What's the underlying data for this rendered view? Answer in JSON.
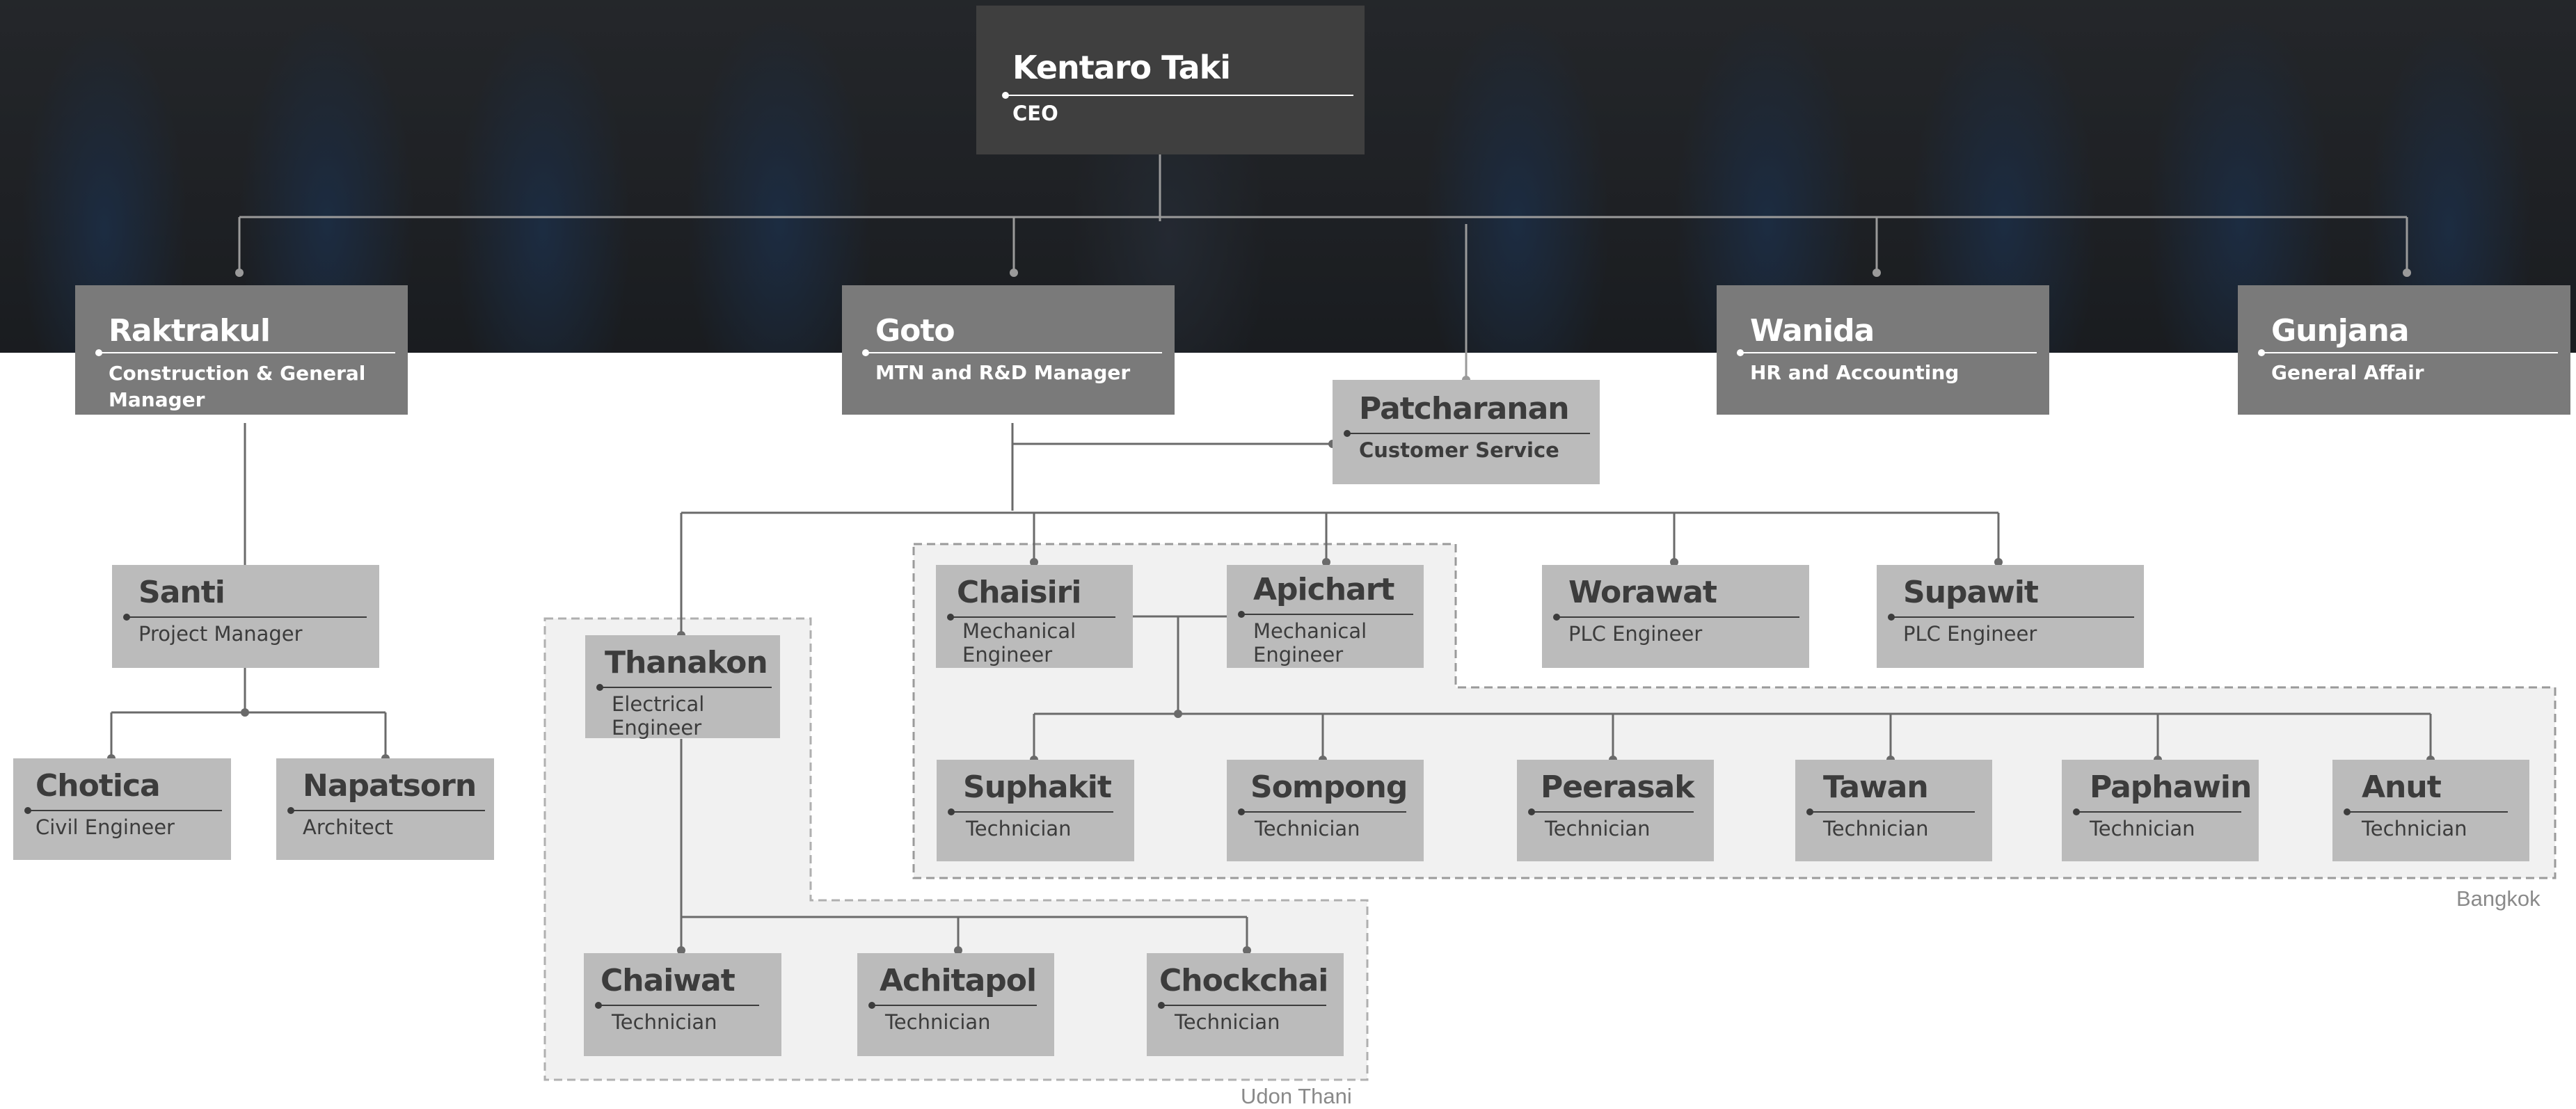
{
  "ceo": {
    "name": "Kentaro Taki",
    "title": "CEO"
  },
  "managers": {
    "raktrakul": {
      "name": "Raktrakul",
      "title": "Construction & General Manager"
    },
    "goto": {
      "name": "Goto",
      "title": "MTN and R&D Manager"
    },
    "wanida": {
      "name": "Wanida",
      "title": "HR and Accounting"
    },
    "gunjana": {
      "name": "Gunjana",
      "title": "General Affair"
    }
  },
  "staff": {
    "patcharanan": {
      "name": "Patcharanan",
      "title": "Customer Service"
    },
    "santi": {
      "name": "Santi",
      "title": "Project Manager"
    },
    "chotica": {
      "name": "Chotica",
      "title": "Civil Engineer"
    },
    "napatsorn": {
      "name": "Napatsorn",
      "title": "Architect"
    },
    "thanakon": {
      "name": "Thanakon",
      "title": "Electrical Engineer"
    },
    "chaisiri": {
      "name": "Chaisiri",
      "title": "Mechanical Engineer"
    },
    "apichart": {
      "name": "Apichart",
      "title": "Mechanical Engineer"
    },
    "worawat": {
      "name": "Worawat",
      "title": "PLC Engineer"
    },
    "supawit": {
      "name": "Supawit",
      "title": "PLC Engineer"
    },
    "suphakit": {
      "name": "Suphakit",
      "title": "Technician"
    },
    "sompong": {
      "name": "Sompong",
      "title": "Technician"
    },
    "peerasak": {
      "name": "Peerasak",
      "title": "Technician"
    },
    "tawan": {
      "name": "Tawan",
      "title": "Technician"
    },
    "paphawin": {
      "name": "Paphawin",
      "title": "Technician"
    },
    "anut": {
      "name": "Anut",
      "title": "Technician"
    },
    "chaiwat": {
      "name": "Chaiwat",
      "title": "Technician"
    },
    "achitapol": {
      "name": "Achitapol",
      "title": "Technician"
    },
    "chockchai": {
      "name": "Chockchai",
      "title": "Technician"
    }
  },
  "regions": {
    "bangkok": "Bangkok",
    "udon_thani": "Udon Thani"
  }
}
